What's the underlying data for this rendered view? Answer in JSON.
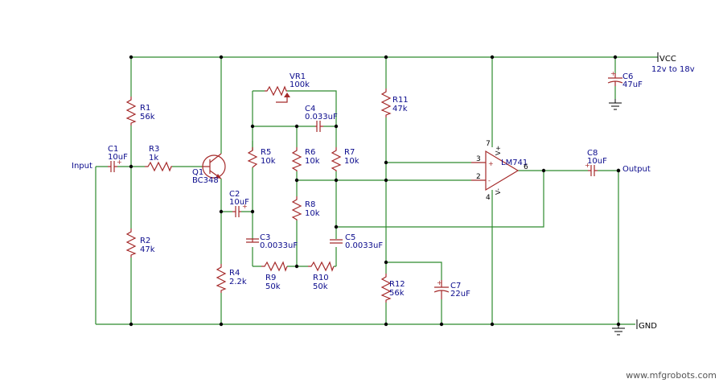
{
  "nets": {
    "vcc": "VCC",
    "vcc_range": "12v to 18v",
    "gnd": "GND"
  },
  "ports": {
    "input": "Input",
    "output": "Output"
  },
  "components": {
    "R1": {
      "ref": "R1",
      "value": "56k"
    },
    "R2": {
      "ref": "R2",
      "value": "47k"
    },
    "R3": {
      "ref": "R3",
      "value": "1k"
    },
    "R4": {
      "ref": "R4",
      "value": "2.2k"
    },
    "R5": {
      "ref": "R5",
      "value": "10k"
    },
    "R6": {
      "ref": "R6",
      "value": "10k"
    },
    "R7": {
      "ref": "R7",
      "value": "10k"
    },
    "R8": {
      "ref": "R8",
      "value": "10k"
    },
    "R9": {
      "ref": "R9",
      "value": "50k"
    },
    "R10": {
      "ref": "R10",
      "value": "50k"
    },
    "R11": {
      "ref": "R11",
      "value": "47k"
    },
    "R12": {
      "ref": "R12",
      "value": "56k"
    },
    "VR1": {
      "ref": "VR1",
      "value": "100k"
    },
    "C1": {
      "ref": "C1",
      "value": "10uF"
    },
    "C2": {
      "ref": "C2",
      "value": "10uF"
    },
    "C3": {
      "ref": "C3",
      "value": "0.0033uF"
    },
    "C4": {
      "ref": "C4",
      "value": "0.033uF"
    },
    "C5": {
      "ref": "C5",
      "value": "0.0033uF"
    },
    "C6": {
      "ref": "C6",
      "value": "47uF"
    },
    "C7": {
      "ref": "C7",
      "value": "22uF"
    },
    "C8": {
      "ref": "C8",
      "value": "10uF"
    },
    "Q1": {
      "ref": "Q1",
      "value": "BC348"
    },
    "U1": {
      "value": "LM741",
      "pin3": "3",
      "pin2": "2",
      "pin6": "6",
      "pin7": "7",
      "pin4": "4",
      "plus": "+",
      "minus": "-",
      "vplus": "V+",
      "vminus": "V-"
    }
  },
  "watermark": "www.mfgrobots.com",
  "colors": {
    "wire": "#2e8b2e",
    "component": "#a52a2a",
    "label": "#0a0a8c"
  }
}
